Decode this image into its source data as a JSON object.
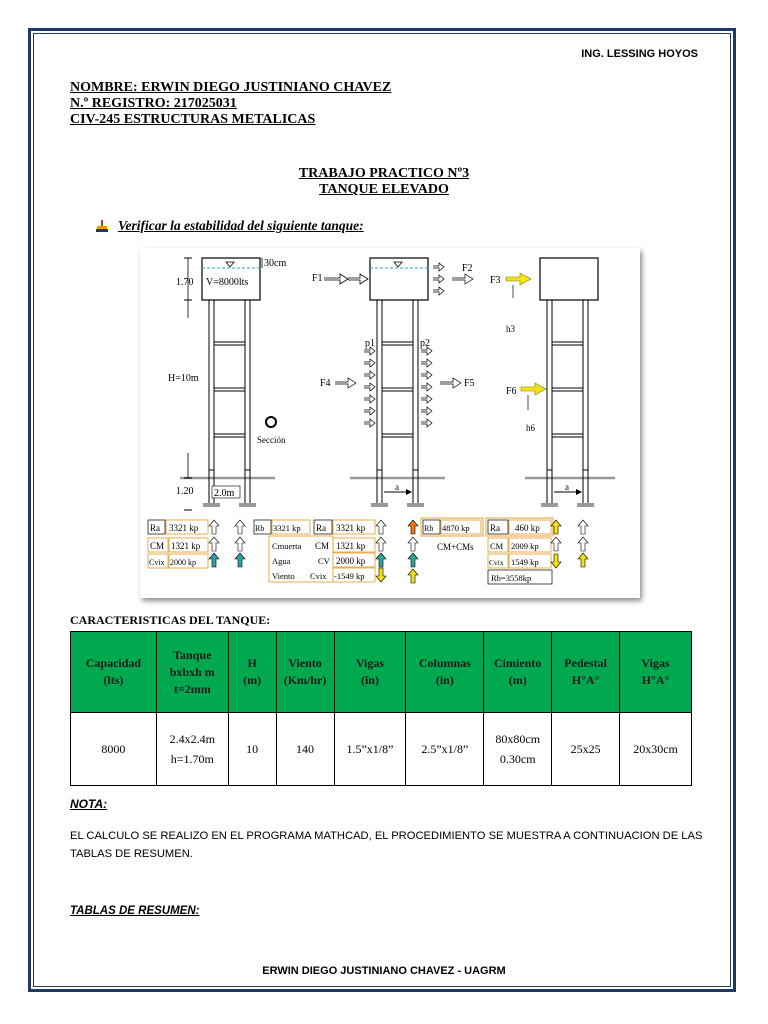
{
  "header": {
    "author": "ING. LESSING HOYOS"
  },
  "student": {
    "name": "NOMBRE: ERWIN DIEGO JUSTINIANO CHAVEZ",
    "registry": "N.º REGISTRO: 217025031",
    "course": "CIV-245 ESTRUCTURAS METALICAS"
  },
  "title": {
    "line1": "TRABAJO PRACTICO Nº3",
    "line2": "TANQUE ELEVADO"
  },
  "instruction": "Verificar la estabilidad del siguiente tanque:",
  "figure": {
    "dim_30cm": "30cm",
    "dim_170": "1.70",
    "volume": "V=8000lts",
    "height": "H=10m",
    "section": "Sección",
    "dim_120": "1.20",
    "width": "2.0m",
    "f1": "F1",
    "f2": "F2",
    "f3": "F3",
    "f4": "F4",
    "f5": "F5",
    "f6": "F6",
    "p1": "p1",
    "p2": "p2",
    "h3": "h3",
    "h6": "h6",
    "a": "a",
    "ra": "Ra",
    "ra_val": "3321 kp",
    "cm": "CM",
    "cm_val": "1321 kp",
    "cvix": "Cvix",
    "cvix_val": "2000 kp",
    "rb": "Rb",
    "rb_val": "3321 kp",
    "ra2": "Ra",
    "ra2_val": "3321 kp",
    "cmuerta": "Cmuerta",
    "cm2": "CM",
    "cm2_val": "1321 kp",
    "agua": "Agua",
    "cv": "CV",
    "cv_val": "2000 kp",
    "viento": "Viento",
    "cvix2": "Cvix",
    "cvix2_val": "-1549 kp",
    "rb2": "Rb",
    "rb2_val": "4870 kp",
    "cm_cms": "CM+CMs",
    "ra3": "Ra",
    "ra3_val": "460 kp",
    "cm3": "CM",
    "cm3_val": "2009 kp",
    "cvix3": "Cvix",
    "cvix3_val": "1549 kp",
    "rb3": "Rb=3558kp"
  },
  "section_title": "CARACTERISTICAS DEL TANQUE:",
  "table": {
    "headers": [
      [
        "Capacidad",
        "(lts)"
      ],
      [
        "Tanque",
        "bxbxh m",
        "t=2mm"
      ],
      [
        "H",
        "(m)"
      ],
      [
        "Viento",
        "(Km/hr)"
      ],
      [
        "Vigas",
        "(in)"
      ],
      [
        "Columnas",
        "(in)"
      ],
      [
        "Cimiento",
        "(m)"
      ],
      [
        "Pedestal",
        "H°A°"
      ],
      [
        "Vigas",
        "H°A°"
      ]
    ],
    "row": [
      [
        "8000"
      ],
      [
        "2.4x2.4m",
        "h=1.70m"
      ],
      [
        "10"
      ],
      [
        "140"
      ],
      [
        "1.5”x1/8”"
      ],
      [
        "2.5”x1/8”"
      ],
      [
        "80x80cm",
        "0.30cm"
      ],
      [
        "25x25"
      ],
      [
        "20x30cm"
      ]
    ]
  },
  "nota": {
    "title": "NOTA:",
    "text": "EL CALCULO SE REALIZO EN EL PROGRAMA MATHCAD, EL PROCEDIMIENTO SE MUESTRA A CONTINUACION DE LAS TABLAS DE RESUMEN."
  },
  "tablas_title": "TABLAS DE RESUMEN:",
  "footer": "ERWIN DIEGO JUSTINIANO CHAVEZ - UAGRM",
  "colors": {
    "frame": "#1f3864",
    "table_header": "#00a84f",
    "box_orange": "#e8a33a",
    "arrow_yellow": "#f2e21a"
  }
}
